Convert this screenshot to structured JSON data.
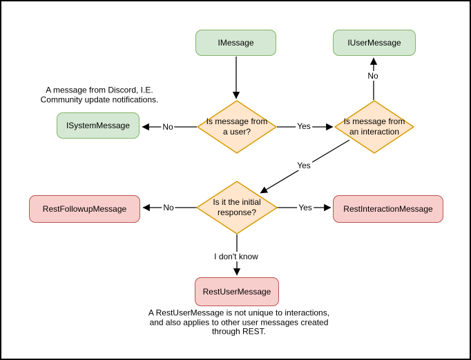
{
  "diagram": {
    "type": "flowchart",
    "topic": "Discord message type decision flow",
    "colors": {
      "green_fill": "#d5e8d4",
      "green_stroke": "#82b366",
      "orange_fill": "#ffe6cc",
      "orange_stroke": "#d79b00",
      "red_fill": "#f8cecc",
      "red_stroke": "#b85450",
      "line": "#000000",
      "background": "#ffffff"
    },
    "nodes": {
      "imessage": {
        "label": "IMessage",
        "color": "green"
      },
      "iusermessage": {
        "label": "IUserMessage",
        "color": "green"
      },
      "isystemmessage": {
        "label": "ISystemMessage",
        "color": "green"
      },
      "restfollowupmessage": {
        "label": "RestFollowupMessage",
        "color": "red"
      },
      "restinteractionmessage": {
        "label": "RestInteractionMessage",
        "color": "red"
      },
      "restusermessage": {
        "label": "RestUserMessage",
        "color": "red"
      }
    },
    "decisions": {
      "from_user": {
        "label": "Is message from a user?"
      },
      "from_interaction": {
        "label": "Is message from an interaction"
      },
      "initial_response": {
        "label": "Is it the initial response?"
      }
    },
    "edge_labels": {
      "from_user_no": "No",
      "from_user_yes": "Yes",
      "from_interaction_no": "No",
      "from_interaction_yes": "Yes",
      "initial_response_no": "No",
      "initial_response_yes": "Yes",
      "initial_response_unknown": "I don't know"
    },
    "notes": {
      "system_message": "A message from Discord, I.E.\nCommunity update notifications.",
      "rest_user_message": "A RestUserMessage is not unique to interactions,\nand also applies to other user messages created\nthrough REST."
    }
  }
}
